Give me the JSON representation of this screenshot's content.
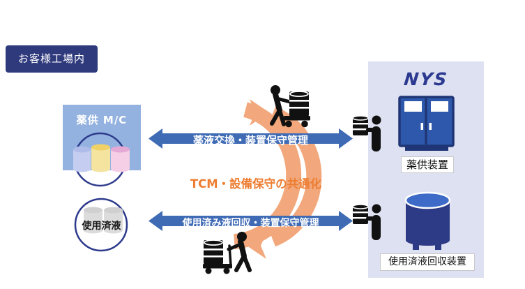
{
  "labels": {
    "customer_area": "お客様工場内",
    "chem_supply_machine": "薬供 M/C",
    "used_liquid": "使用済液",
    "top_arrow": "薬液交換・装置保守管理",
    "bottom_arrow": "使用済み液回収・装置保守管理",
    "center_message": "TCM・設備保守の共通化",
    "nys_logo": "NYS",
    "supply_device": "薬供装置",
    "recovery_device": "使用済液回収装置"
  },
  "icons": {
    "cycle": "circular-arrows-icon",
    "top_transport": "worker-pushing-cart-icon",
    "bottom_transport": "worker-pulling-cart-icon",
    "drum_worker": "drum-and-worker-icon",
    "supply_cabinet": "chemical-supply-cabinet-icon",
    "recovery_tank": "recovery-tank-icon",
    "chem_cylinders": "chemical-cylinders-icon",
    "used_cylinders": "used-liquid-cylinders-icon"
  },
  "colors": {
    "navy_tag": "#2f3a7d",
    "light_blue_box": "#93b2df",
    "arrow_blue": "#3f6bb5",
    "ring_orange": "#f2a87c",
    "accent_orange": "#ed7d31",
    "panel_bg": "#dde1f1",
    "logo_navy": "#2b3990",
    "cabinet_blue": "#2e58ac",
    "tank_navy": "#2d3a85",
    "circle_stroke": "#2d3a8c"
  }
}
